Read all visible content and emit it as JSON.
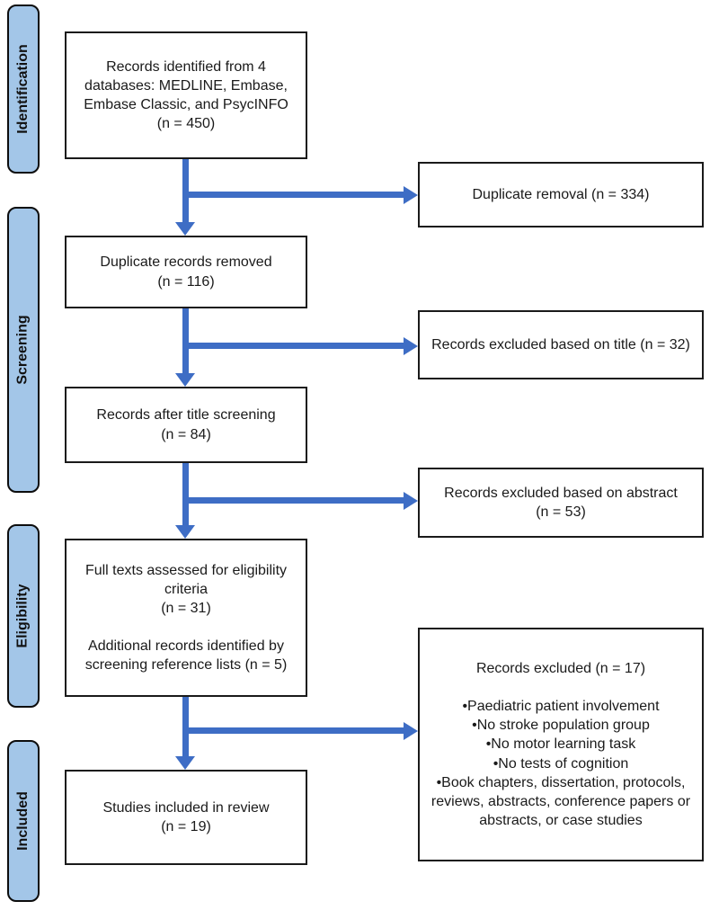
{
  "diagram": {
    "title": "PRISMA study selection flow diagram",
    "colors": {
      "arrow_blue": "#3e6dc5",
      "stage_fill": "#a3c6e8",
      "box_border": "#1a1a1a",
      "background": "#ffffff"
    },
    "stages": [
      {
        "label": "Identification"
      },
      {
        "label": "Screening"
      },
      {
        "label": "Eligibility"
      },
      {
        "label": "Included"
      }
    ],
    "main_boxes": [
      {
        "text": "Records identified from 4\ndatabases: MEDLINE, Embase,\nEmbase Classic, and PsycINFO\n(n = 450)"
      },
      {
        "text": "Duplicate records removed\n(n = 116)"
      },
      {
        "text": "Records after title screening\n(n = 84)"
      },
      {
        "text": "Full texts assessed for eligibility\ncriteria\n(n = 31)\n\nAdditional records identified by\nscreening reference lists (n = 5)"
      },
      {
        "text": "Studies included in review\n(n = 19)"
      }
    ],
    "side_boxes": [
      {
        "text": "Duplicate removal (n = 334)"
      },
      {
        "text": "Records excluded based on title (n = 32)"
      },
      {
        "text": "Records excluded based on abstract\n(n = 53)"
      },
      {
        "text": "Records excluded (n = 17)\n\n•Paediatric patient involvement\n•No stroke population group\n•No motor learning task\n•No tests of cognition\n•Book chapters, dissertation, protocols,\nreviews, abstracts, conference papers or\nabstracts, or case studies"
      }
    ]
  }
}
